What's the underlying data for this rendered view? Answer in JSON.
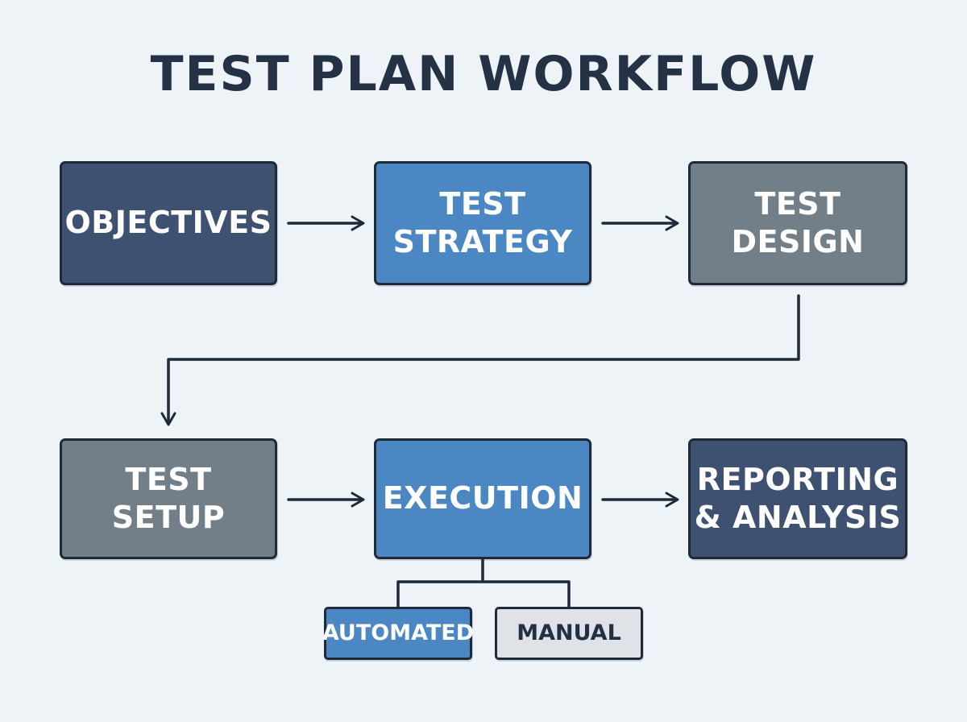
{
  "title": "TEST PLAN WORKFLOW",
  "colors": {
    "background": "#eef3f8",
    "navy": "#3e5170",
    "blue": "#4b87c2",
    "gray": "#727f89",
    "light": "#dfe2e6",
    "line": "#1f2a38"
  },
  "nodes": {
    "objectives": "OBJECTIVES",
    "strategy": "TEST\nSTRATEGY",
    "design": "TEST\nDESIGN",
    "setup": "TEST\nSETUP",
    "execution": "EXECUTION",
    "reporting": "REPORTING\n& ANALYSIS",
    "automated": "AUTOMATED",
    "manual": "MANUAL"
  },
  "edges": [
    {
      "from": "objectives",
      "to": "strategy"
    },
    {
      "from": "strategy",
      "to": "design"
    },
    {
      "from": "design",
      "to": "setup"
    },
    {
      "from": "setup",
      "to": "execution"
    },
    {
      "from": "execution",
      "to": "reporting"
    },
    {
      "from": "execution",
      "to": "automated"
    },
    {
      "from": "execution",
      "to": "manual"
    }
  ]
}
